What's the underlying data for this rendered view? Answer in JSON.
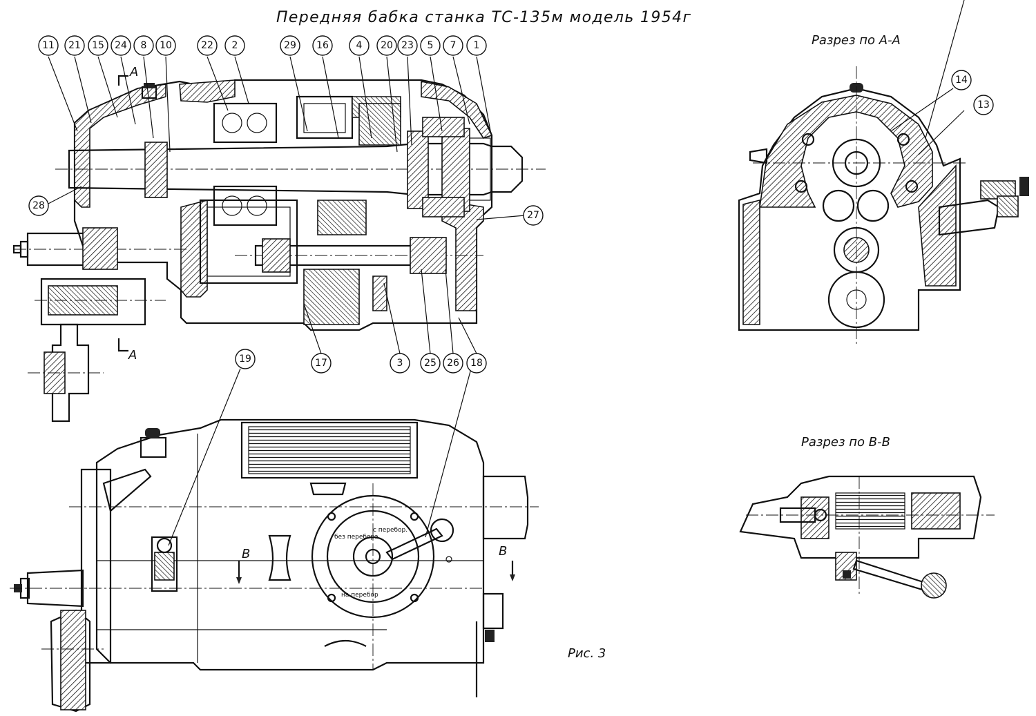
{
  "title": "Передняя бабка станка ТС-135м модель 1954г",
  "section_aa_title": "Разрез по А-А",
  "section_bb_title": "Разрез по В-В",
  "figure_caption": "Рис. 3",
  "section_marks": {
    "a_top": "А",
    "a_bottom": "А",
    "b_left": "В",
    "b_right": "В"
  },
  "dial_text": {
    "top_left": "без перебора",
    "top_right": "с перебор.",
    "bottom": "на перебор"
  },
  "callouts_top": [
    "11",
    "21",
    "15",
    "24",
    "8",
    "10",
    "22",
    "2",
    "29",
    "16",
    "4",
    "20",
    "23",
    "5",
    "7",
    "1"
  ],
  "callouts_left": [
    "28"
  ],
  "callouts_right": [
    "27"
  ],
  "callouts_bottom": [
    "17",
    "3",
    "25",
    "26",
    "18"
  ],
  "callout_19": "19",
  "callouts_section_aa": [
    "14",
    "13"
  ]
}
